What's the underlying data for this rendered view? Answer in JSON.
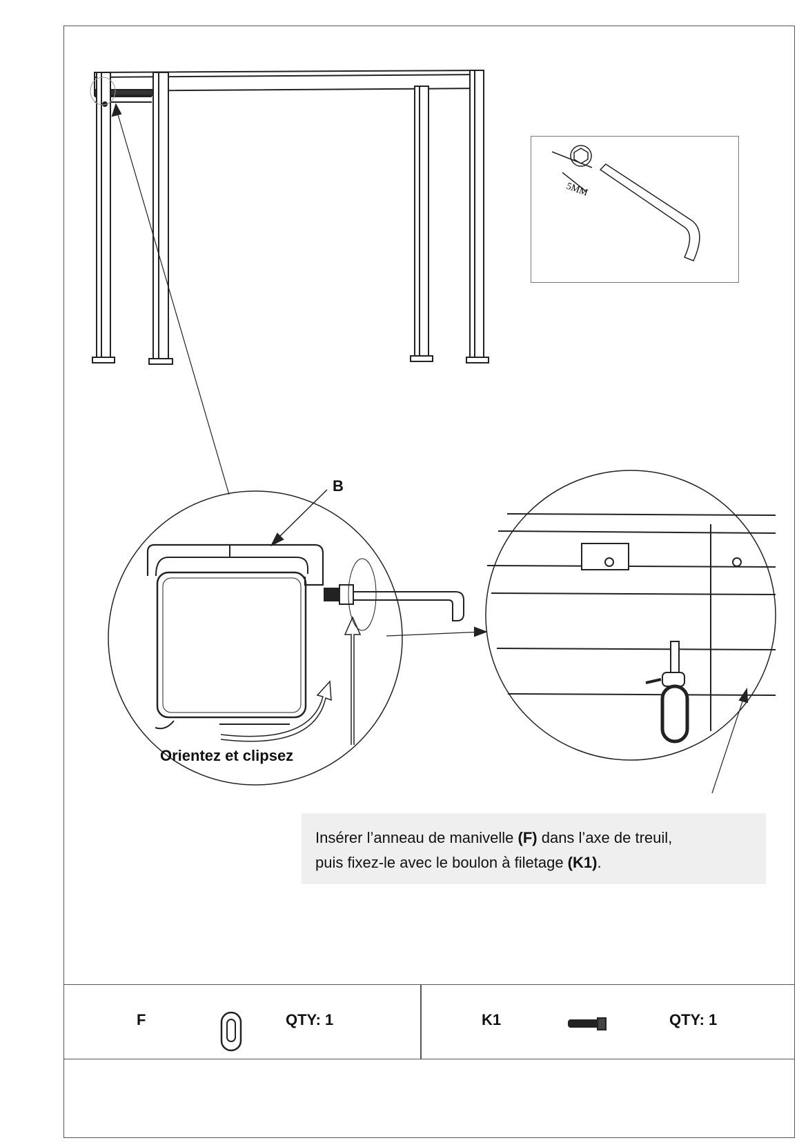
{
  "callout_label": "B",
  "orient_caption": "Orientez et clipsez",
  "tool_size_label": "5MM",
  "instruction": {
    "line1_pre": "Insérer l’anneau de manivelle ",
    "line1_code": "(F)",
    "line1_post": " dans l’axe de treuil,",
    "line2_pre": "puis fixez-le avec le boulon à filetage ",
    "line2_code": "(K1)",
    "line2_post": "."
  },
  "parts": [
    {
      "code": "F",
      "icon": "crank-ring-icon",
      "qty": "QTY: 1"
    },
    {
      "code": "K1",
      "icon": "threaded-bolt-icon",
      "qty": "QTY: 1"
    }
  ],
  "colors": {
    "note_bg": "#efefef",
    "line": "#222222"
  }
}
